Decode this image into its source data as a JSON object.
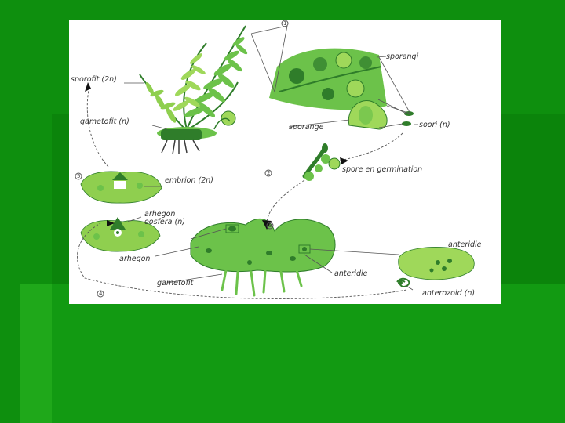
{
  "slide": {
    "background": "#0e8f0e",
    "panel_light": "#22b51a",
    "panel_dark": "#0a7a0a"
  },
  "diagram": {
    "labels": {
      "sporofit": "sporofit (2n)",
      "gametofit_n": "gametofit (n)",
      "sporangi": "sporangi",
      "sporange": "sporange",
      "soori": "soori (n)",
      "spore": "spore en germination",
      "embrion": "embrion (2n)",
      "arhegon_oosfera_1": "arhegon",
      "arhegon_oosfera_2": "oosfera (n)",
      "arhegon": "arhegon",
      "gametofit": "gametofit",
      "anteridie_small": "anteridie",
      "anteridie": "anteridie",
      "anterozoid": "anterozoid (n)"
    },
    "step_numbers": {
      "one": "1",
      "two": "2",
      "three": "3",
      "four": "4",
      "five": "5"
    },
    "colors": {
      "plant_light": "#9fd85a",
      "plant_mid": "#6cc24a",
      "plant_dark": "#2f7d2a",
      "leader": "#555555"
    }
  }
}
